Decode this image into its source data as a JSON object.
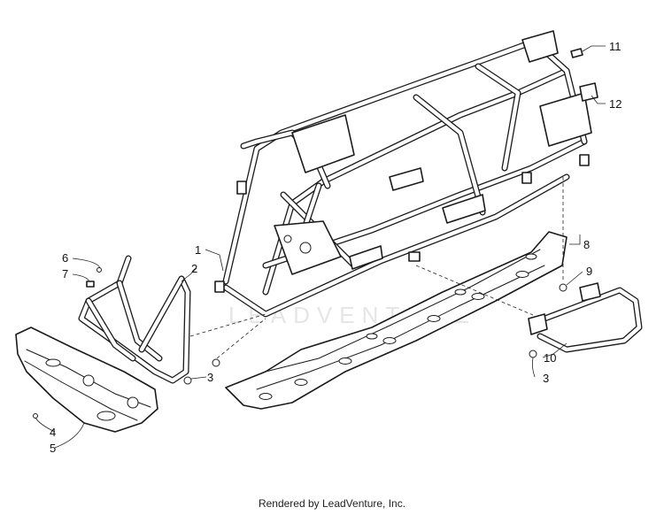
{
  "diagram": {
    "callouts": [
      {
        "id": "c1",
        "label": "1"
      },
      {
        "id": "c2",
        "label": "2"
      },
      {
        "id": "c3a",
        "label": "3"
      },
      {
        "id": "c3b",
        "label": "3"
      },
      {
        "id": "c4",
        "label": "4"
      },
      {
        "id": "c5",
        "label": "5"
      },
      {
        "id": "c6",
        "label": "6"
      },
      {
        "id": "c7",
        "label": "7"
      },
      {
        "id": "c8",
        "label": "8"
      },
      {
        "id": "c9",
        "label": "9"
      },
      {
        "id": "c10",
        "label": "10"
      },
      {
        "id": "c11",
        "label": "11"
      },
      {
        "id": "c12",
        "label": "12"
      }
    ],
    "footer": "Rendered by LeadVenture, Inc.",
    "watermark": "LEADVENTURE"
  }
}
